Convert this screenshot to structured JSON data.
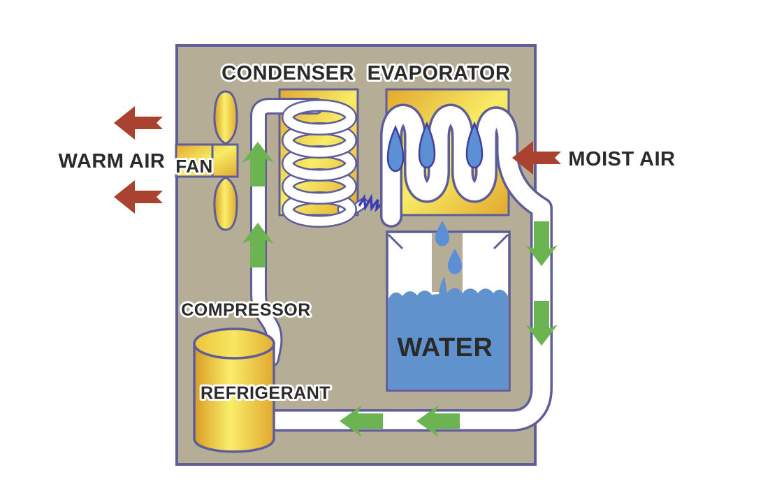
{
  "diagram": {
    "type": "dehumidifier-schematic",
    "labels": {
      "condenser": "CONDENSER",
      "evaporator": "EVAPORATOR",
      "warm_air": "WARM AIR",
      "fan": "FAN",
      "moist_air": "MOIST AIR",
      "compressor": "COMPRESSOR",
      "refrigerant": "REFRIGERANT",
      "water": "WATER"
    },
    "colors": {
      "cabinet_fill": "#b6ad97",
      "outline": "#5d5d99",
      "gold_dark": "#dfa02b",
      "gold_light": "#f9ee68",
      "water_blue": "#6093ce",
      "drip_blue": "#5b8fd6",
      "arrow_green": "#6cb351",
      "arrow_red": "#a9422f",
      "pipe_white": "#ffffff",
      "text": "#2a2a2a",
      "zigzag": "#3c3cb4"
    },
    "flow_arrows": {
      "warm_air_out_count": 2,
      "moist_air_in_count": 1,
      "refrigerant_up_count": 2,
      "moist_air_down_count": 2,
      "refrigerant_return_count": 2
    }
  }
}
